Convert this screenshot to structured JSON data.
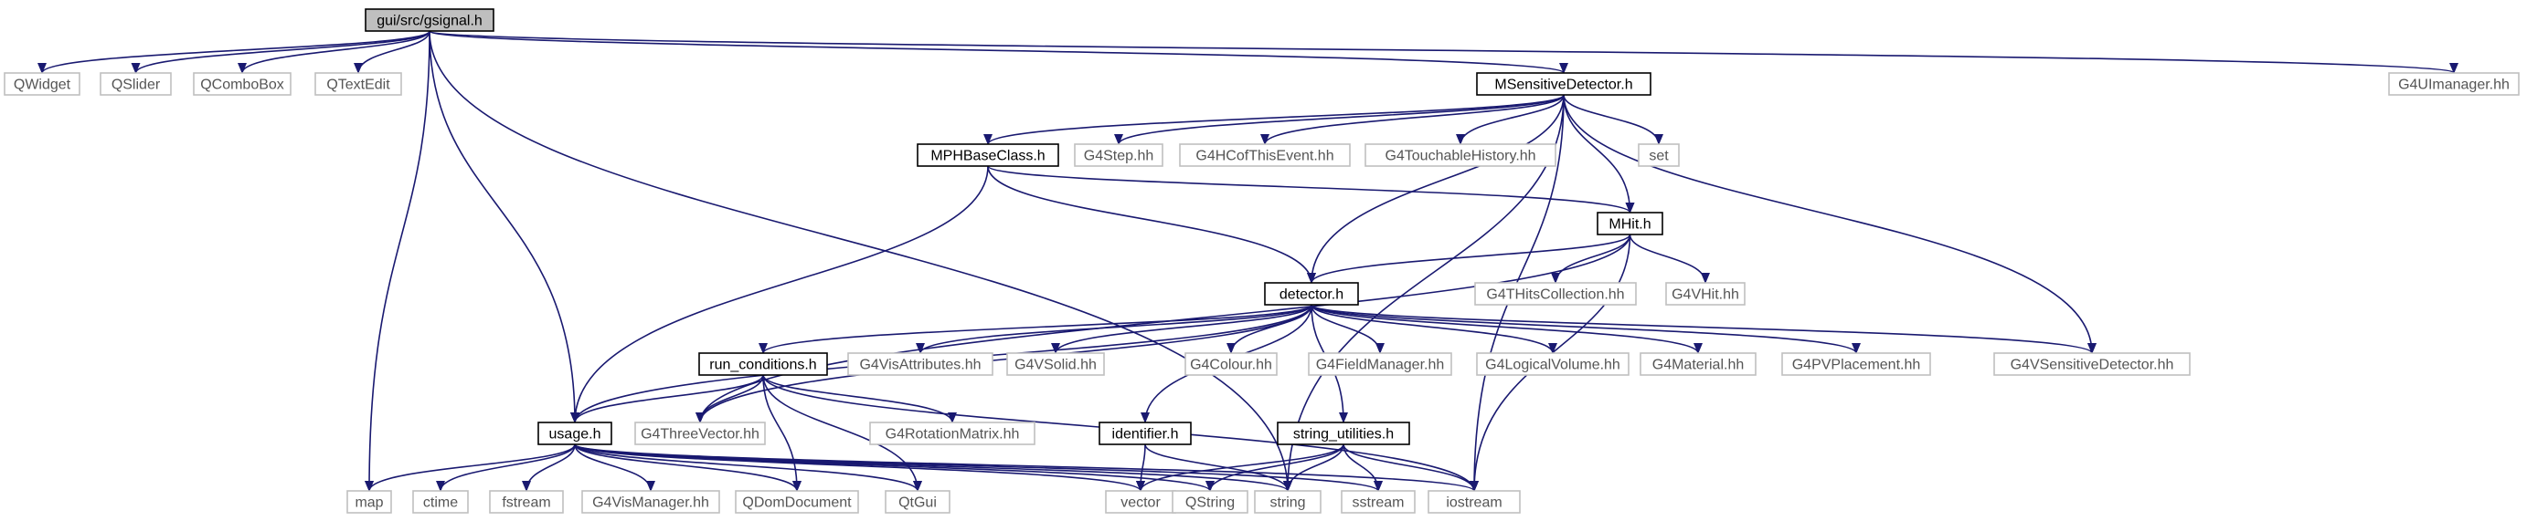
{
  "title": "gui/src/gsignal.h",
  "colors": {
    "edge": "#191970",
    "root_fill": "#bfbfbf",
    "external_border": "#bfbfbf",
    "project_border": "#000000"
  },
  "nodes": [
    {
      "id": "gsignal",
      "label": "gui/src/gsignal.h",
      "kind": "root"
    },
    {
      "id": "QWidget",
      "label": "QWidget",
      "kind": "external"
    },
    {
      "id": "QSlider",
      "label": "QSlider",
      "kind": "external"
    },
    {
      "id": "QComboBox",
      "label": "QComboBox",
      "kind": "external"
    },
    {
      "id": "QTextEdit",
      "label": "QTextEdit",
      "kind": "external"
    },
    {
      "id": "MSensitiveDetector",
      "label": "MSensitiveDetector.h",
      "kind": "project"
    },
    {
      "id": "G4UImanager",
      "label": "G4UImanager.hh",
      "kind": "external"
    },
    {
      "id": "MPHBaseClass",
      "label": "MPHBaseClass.h",
      "kind": "project"
    },
    {
      "id": "G4Step",
      "label": "G4Step.hh",
      "kind": "external"
    },
    {
      "id": "G4HCofThisEvent",
      "label": "G4HCofThisEvent.hh",
      "kind": "external"
    },
    {
      "id": "G4TouchableHistory",
      "label": "G4TouchableHistory.hh",
      "kind": "external"
    },
    {
      "id": "set",
      "label": "set",
      "kind": "external"
    },
    {
      "id": "MHit",
      "label": "MHit.h",
      "kind": "project"
    },
    {
      "id": "detector",
      "label": "detector.h",
      "kind": "project"
    },
    {
      "id": "G4THitsCollection",
      "label": "G4THitsCollection.hh",
      "kind": "external"
    },
    {
      "id": "G4VHit",
      "label": "G4VHit.hh",
      "kind": "external"
    },
    {
      "id": "run_conditions",
      "label": "run_conditions.h",
      "kind": "project"
    },
    {
      "id": "G4VisAttributes",
      "label": "G4VisAttributes.hh",
      "kind": "external"
    },
    {
      "id": "G4VSolid",
      "label": "G4VSolid.hh",
      "kind": "external"
    },
    {
      "id": "G4Colour",
      "label": "G4Colour.hh",
      "kind": "external"
    },
    {
      "id": "G4FieldManager",
      "label": "G4FieldManager.hh",
      "kind": "external"
    },
    {
      "id": "G4LogicalVolume",
      "label": "G4LogicalVolume.hh",
      "kind": "external"
    },
    {
      "id": "G4Material",
      "label": "G4Material.hh",
      "kind": "external"
    },
    {
      "id": "G4PVPlacement",
      "label": "G4PVPlacement.hh",
      "kind": "external"
    },
    {
      "id": "G4VSensitiveDetector",
      "label": "G4VSensitiveDetector.hh",
      "kind": "external"
    },
    {
      "id": "usage",
      "label": "usage.h",
      "kind": "project"
    },
    {
      "id": "G4ThreeVector",
      "label": "G4ThreeVector.hh",
      "kind": "external"
    },
    {
      "id": "G4RotationMatrix",
      "label": "G4RotationMatrix.hh",
      "kind": "external"
    },
    {
      "id": "identifier",
      "label": "identifier.h",
      "kind": "project"
    },
    {
      "id": "string_utilities",
      "label": "string_utilities.h",
      "kind": "project"
    },
    {
      "id": "map",
      "label": "map",
      "kind": "external"
    },
    {
      "id": "ctime",
      "label": "ctime",
      "kind": "external"
    },
    {
      "id": "fstream",
      "label": "fstream",
      "kind": "external"
    },
    {
      "id": "G4VisManager",
      "label": "G4VisManager.hh",
      "kind": "external"
    },
    {
      "id": "QDomDocument",
      "label": "QDomDocument",
      "kind": "external"
    },
    {
      "id": "QtGui",
      "label": "QtGui",
      "kind": "external"
    },
    {
      "id": "vector",
      "label": "vector",
      "kind": "external"
    },
    {
      "id": "QString",
      "label": "QString",
      "kind": "external"
    },
    {
      "id": "string",
      "label": "string",
      "kind": "external"
    },
    {
      "id": "sstream",
      "label": "sstream",
      "kind": "external"
    },
    {
      "id": "iostream",
      "label": "iostream",
      "kind": "external"
    }
  ],
  "edges": [
    [
      "gsignal",
      "QWidget"
    ],
    [
      "gsignal",
      "QSlider"
    ],
    [
      "gsignal",
      "QComboBox"
    ],
    [
      "gsignal",
      "QTextEdit"
    ],
    [
      "gsignal",
      "MSensitiveDetector"
    ],
    [
      "gsignal",
      "G4UImanager"
    ],
    [
      "gsignal",
      "usage"
    ],
    [
      "gsignal",
      "map"
    ],
    [
      "gsignal",
      "string"
    ],
    [
      "MSensitiveDetector",
      "MPHBaseClass"
    ],
    [
      "MSensitiveDetector",
      "G4Step"
    ],
    [
      "MSensitiveDetector",
      "G4HCofThisEvent"
    ],
    [
      "MSensitiveDetector",
      "G4TouchableHistory"
    ],
    [
      "MSensitiveDetector",
      "set"
    ],
    [
      "MSensitiveDetector",
      "MHit"
    ],
    [
      "MSensitiveDetector",
      "detector"
    ],
    [
      "MSensitiveDetector",
      "G4VSensitiveDetector"
    ],
    [
      "MSensitiveDetector",
      "iostream"
    ],
    [
      "MSensitiveDetector",
      "string"
    ],
    [
      "MPHBaseClass",
      "MHit"
    ],
    [
      "MPHBaseClass",
      "detector"
    ],
    [
      "MPHBaseClass",
      "usage"
    ],
    [
      "MHit",
      "detector"
    ],
    [
      "MHit",
      "G4THitsCollection"
    ],
    [
      "MHit",
      "G4VHit"
    ],
    [
      "MHit",
      "G4ThreeVector"
    ],
    [
      "MHit",
      "iostream"
    ],
    [
      "detector",
      "run_conditions"
    ],
    [
      "detector",
      "G4VisAttributes"
    ],
    [
      "detector",
      "G4VSolid"
    ],
    [
      "detector",
      "G4Colour"
    ],
    [
      "detector",
      "G4FieldManager"
    ],
    [
      "detector",
      "G4LogicalVolume"
    ],
    [
      "detector",
      "G4Material"
    ],
    [
      "detector",
      "G4PVPlacement"
    ],
    [
      "detector",
      "G4VSensitiveDetector"
    ],
    [
      "detector",
      "identifier"
    ],
    [
      "detector",
      "string_utilities"
    ],
    [
      "detector",
      "usage"
    ],
    [
      "detector",
      "G4ThreeVector"
    ],
    [
      "run_conditions",
      "usage"
    ],
    [
      "run_conditions",
      "G4ThreeVector"
    ],
    [
      "run_conditions",
      "G4RotationMatrix"
    ],
    [
      "run_conditions",
      "QDomDocument"
    ],
    [
      "run_conditions",
      "QtGui"
    ],
    [
      "run_conditions",
      "iostream"
    ],
    [
      "usage",
      "map"
    ],
    [
      "usage",
      "ctime"
    ],
    [
      "usage",
      "fstream"
    ],
    [
      "usage",
      "G4VisManager"
    ],
    [
      "usage",
      "QDomDocument"
    ],
    [
      "usage",
      "QtGui"
    ],
    [
      "usage",
      "vector"
    ],
    [
      "usage",
      "QString"
    ],
    [
      "usage",
      "string"
    ],
    [
      "usage",
      "sstream"
    ],
    [
      "usage",
      "iostream"
    ],
    [
      "identifier",
      "vector"
    ],
    [
      "identifier",
      "string"
    ],
    [
      "string_utilities",
      "vector"
    ],
    [
      "string_utilities",
      "QString"
    ],
    [
      "string_utilities",
      "string"
    ],
    [
      "string_utilities",
      "sstream"
    ],
    [
      "string_utilities",
      "iostream"
    ]
  ]
}
